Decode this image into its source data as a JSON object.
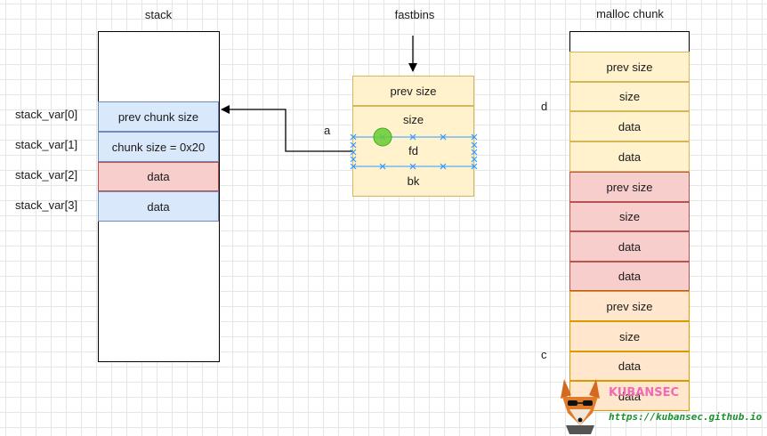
{
  "stack": {
    "title": "stack",
    "labels": [
      "stack_var[0]",
      "stack_var[1]",
      "stack_var[2]",
      "stack_var[3]"
    ],
    "cells": [
      "prev chunk size",
      "chunk size = 0x20",
      "data",
      "data"
    ]
  },
  "fastbins": {
    "title": "fastbins",
    "pointer_label": "a",
    "chunk": [
      "prev size",
      "size",
      "fd",
      "bk"
    ]
  },
  "malloc": {
    "title": "malloc chunk",
    "label_d": "d",
    "label_c": "c",
    "cells": [
      "prev size",
      "size",
      "data",
      "data",
      "prev size",
      "size",
      "data",
      "data",
      "prev size",
      "size",
      "data",
      "data"
    ]
  },
  "watermark": {
    "brand": "KUBANSEC",
    "url": "https://kubansec.github.io"
  },
  "colors": {
    "blue_fill": "#dae8fc",
    "blue_stroke": "#6c8ebf",
    "red_fill": "#f8cecc",
    "red_stroke": "#b85450",
    "yellow_fill": "#fff2cc",
    "yellow_stroke": "#d6b656",
    "orange_fill": "#ffe6cc",
    "orange_stroke": "#d79b00",
    "selection": "#3399ff",
    "drop_marker": "#66cc33"
  }
}
